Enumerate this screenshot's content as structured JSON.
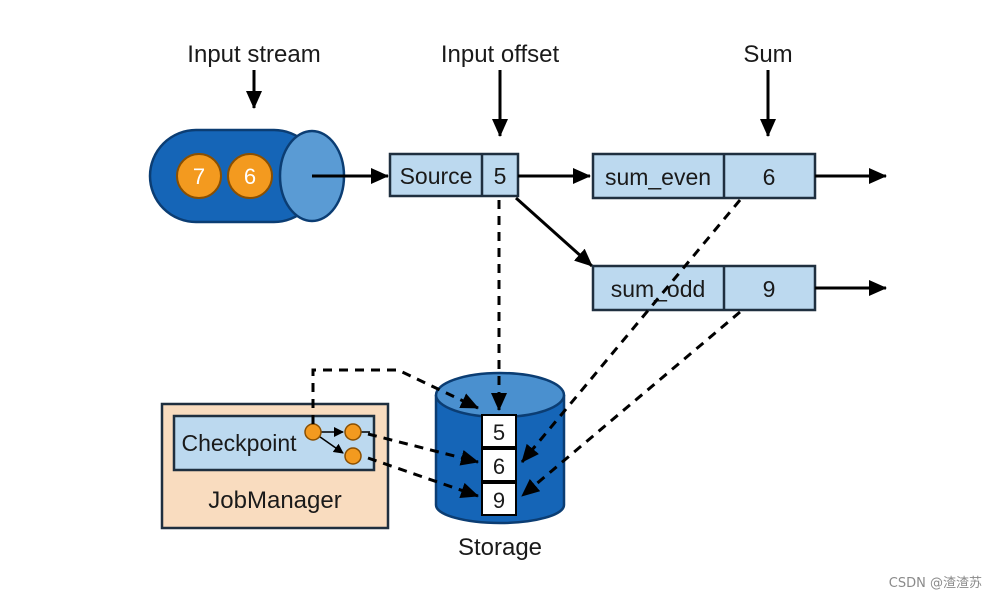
{
  "labels": {
    "input_stream": "Input stream",
    "input_offset": "Input offset",
    "sum": "Sum",
    "storage": "Storage",
    "job_manager": "JobManager",
    "checkpoint": "Checkpoint"
  },
  "stream_records": [
    "7",
    "6"
  ],
  "source": {
    "name": "Source",
    "offset": "5"
  },
  "operators": [
    {
      "name": "sum_even",
      "value": "6"
    },
    {
      "name": "sum_odd",
      "value": "9"
    }
  ],
  "storage_values": [
    "5",
    "6",
    "9"
  ],
  "watermark": "CSDN @渣渣苏",
  "colors": {
    "stream_blue": "#1565b7",
    "stream_light": "#5a9bd4",
    "record_orange": "#f39a1f",
    "box_fill": "#bcd9ef",
    "job_fill": "#f9dcbf",
    "storage_top": "#4a90cf"
  }
}
